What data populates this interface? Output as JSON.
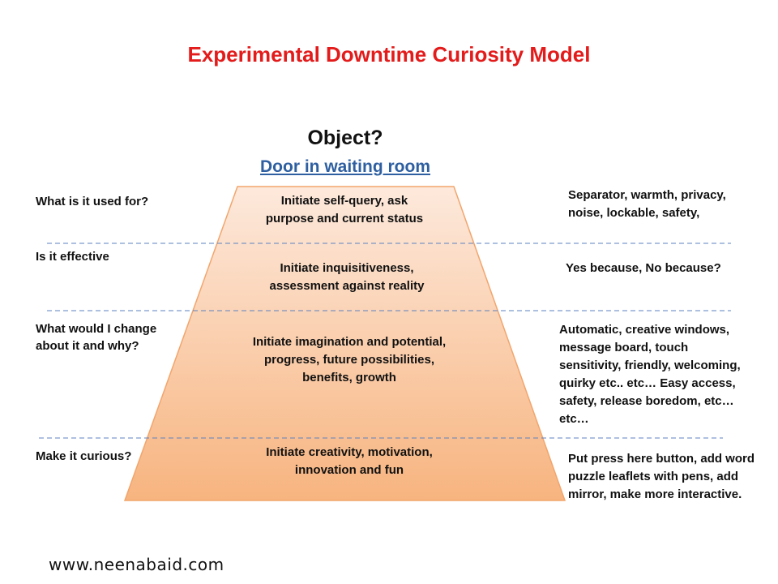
{
  "title": "Experimental Downtime Curiosity Model",
  "object": {
    "heading": "Object?",
    "subject": "Door in waiting room"
  },
  "rows": [
    {
      "question": "What is it used for?",
      "center": "Initiate self-query, ask purpose and current status",
      "right": "Separator, warmth, privacy, noise, lockable, safety,"
    },
    {
      "question": "Is it effective",
      "center": "Initiate inquisitiveness, assessment  against reality",
      "right": "Yes because, No because?"
    },
    {
      "question": "What would I change about it and why?",
      "center": "Initiate imagination and potential,  progress, future possibilities, benefits, growth",
      "right": "Automatic, creative windows, message board, touch sensitivity, friendly, welcoming, quirky etc.. etc… Easy access, safety,  release boredom, etc… etc…"
    },
    {
      "question": "Make it curious?",
      "center": "Initiate creativity, motivation, innovation and fun",
      "right": "Put press here button,  add word puzzle leaflets with pens, add mirror, make more interactive."
    }
  ],
  "footer": "www.neenabaid.com",
  "colors": {
    "title": "#e31b1b",
    "subject": "#2e5fa0",
    "pyramid_top": "#fde9dc",
    "pyramid_bottom": "#f7b47f",
    "divider": "#5b82c0"
  }
}
